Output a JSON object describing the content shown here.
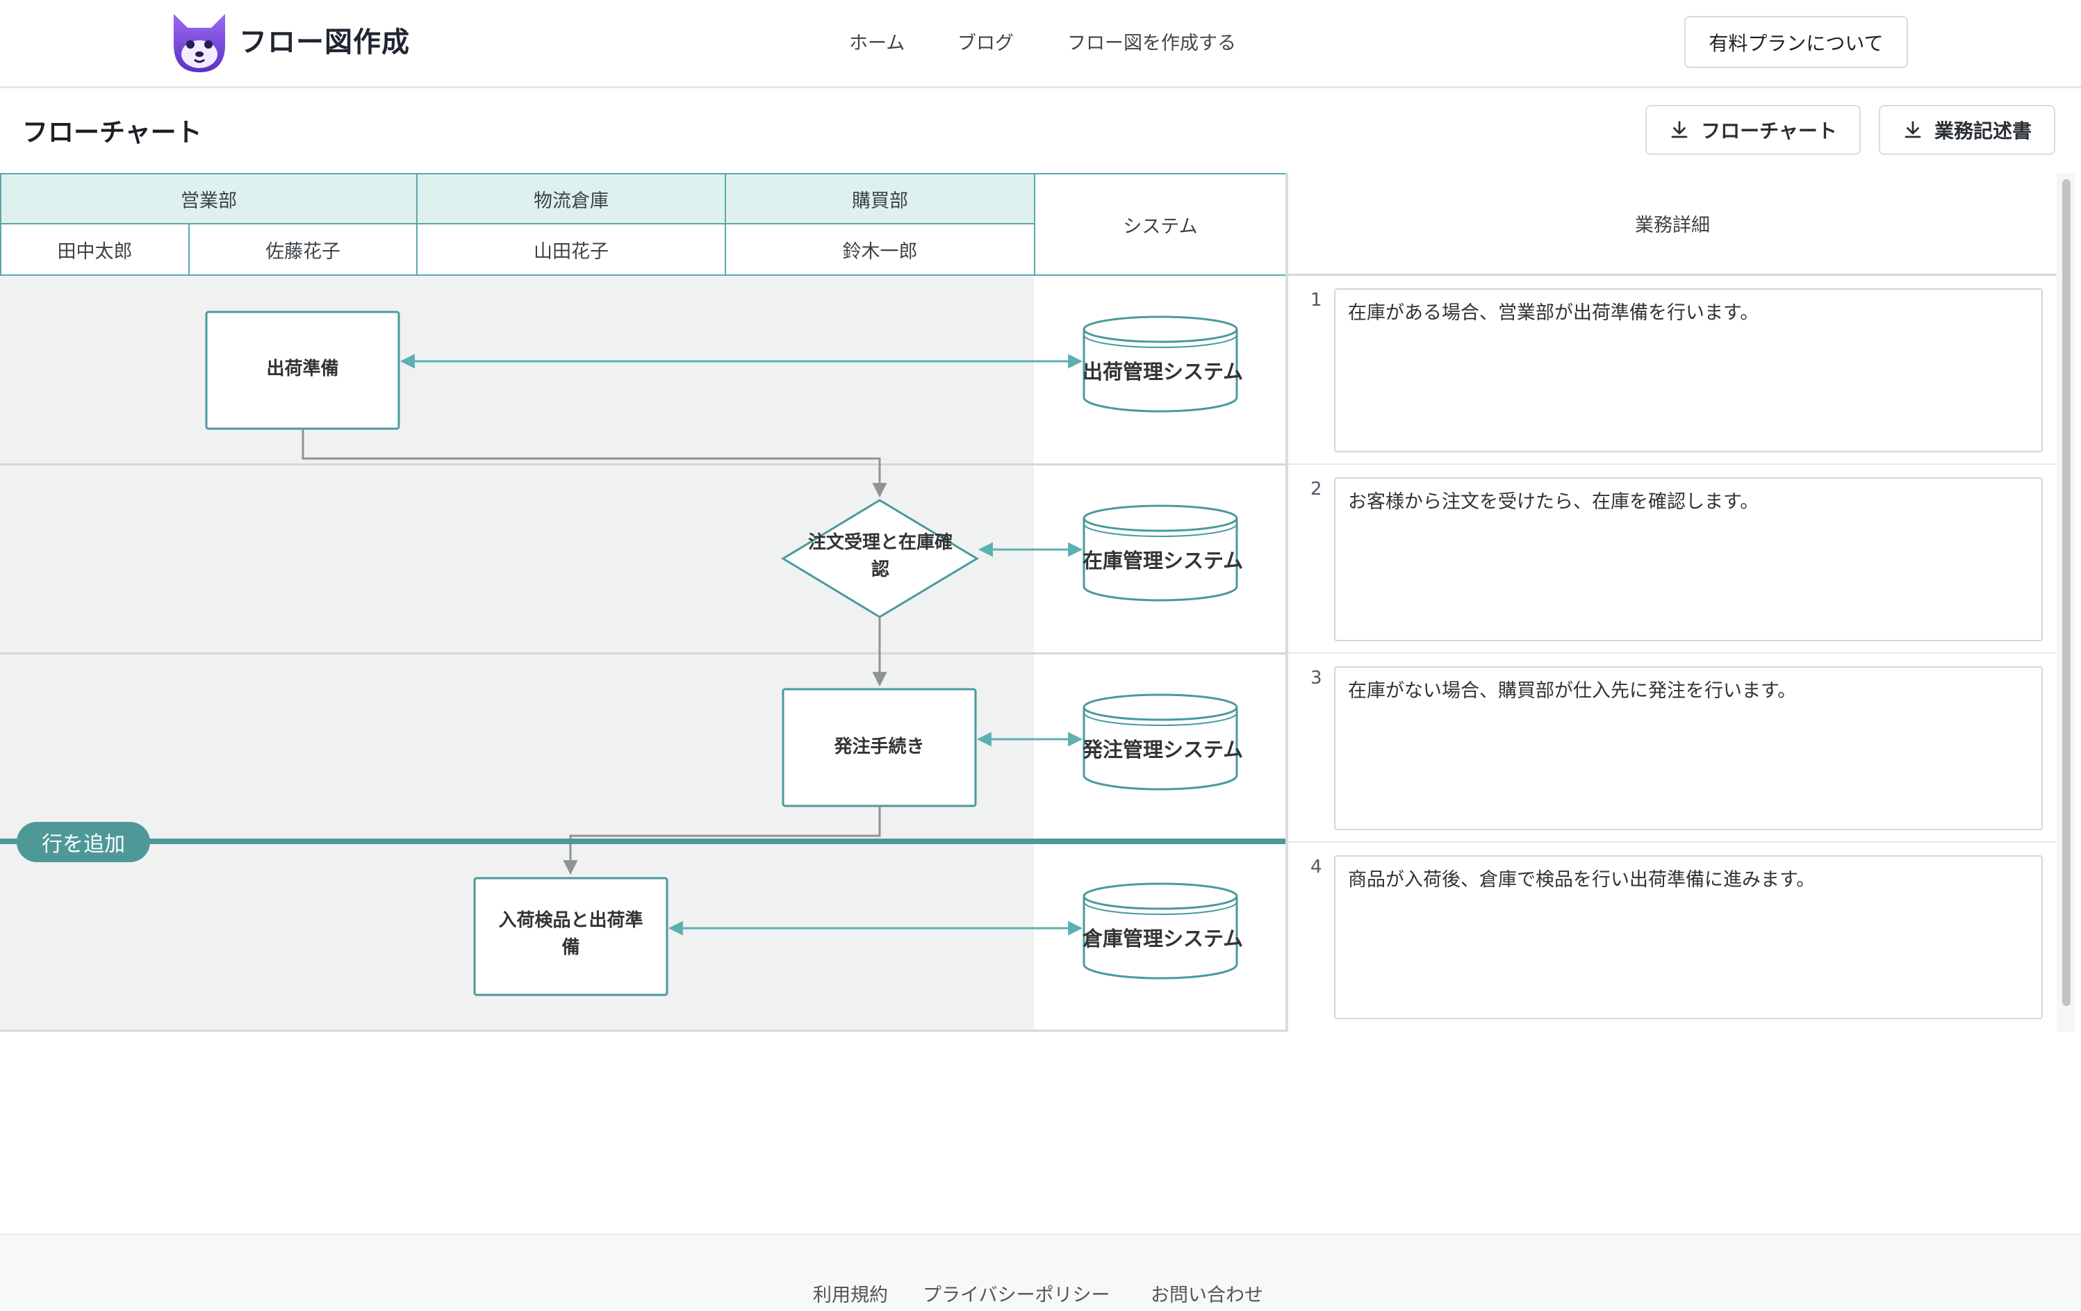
{
  "header": {
    "logo_text": "フロー図作成",
    "nav": [
      "ホーム",
      "ブログ",
      "フロー図を作成する"
    ],
    "plan_button": "有料プランについて"
  },
  "page": {
    "title": "フローチャート",
    "download_buttons": [
      "フローチャート",
      "業務記述書"
    ]
  },
  "table": {
    "departments": [
      {
        "name": "営業部",
        "people": [
          "田中太郎",
          "佐藤花子"
        ]
      },
      {
        "name": "物流倉庫",
        "people": [
          "山田花子"
        ]
      },
      {
        "name": "購買部",
        "people": [
          "鈴木一郎"
        ]
      }
    ],
    "system_header": "システム",
    "detail_header": "業務詳細",
    "add_row_label": "行を追加"
  },
  "rows": [
    {
      "number": "1",
      "task": "出荷準備",
      "task_line2": "",
      "system": "出荷管理システム",
      "detail": "在庫がある場合、営業部が出荷準備を行います。"
    },
    {
      "number": "2",
      "task": "注文受理と在庫確",
      "task_line2": "認",
      "system": "在庫管理システム",
      "detail": "お客様から注文を受けたら、在庫を確認します。"
    },
    {
      "number": "3",
      "task": "発注手続き",
      "task_line2": "",
      "system": "発注管理システム",
      "detail": "在庫がない場合、購買部が仕入先に発注を行います。"
    },
    {
      "number": "4",
      "task": "入荷検品と出荷準",
      "task_line2": "備",
      "system": "倉庫管理システム",
      "detail": "商品が入荷後、倉庫で検品を行い出荷準備に進みます。"
    }
  ],
  "footer": {
    "links": [
      "利用規約",
      "プライバシーポリシー",
      "お問い合わせ"
    ]
  },
  "colors": {
    "accent": "#4f9898",
    "shape_stroke": "#4a9a9c",
    "connector": "#8f9393",
    "dept_fill": "#dff1ef"
  },
  "icons": {
    "logo": "wolf-mascot-icon",
    "download": "download-icon"
  }
}
